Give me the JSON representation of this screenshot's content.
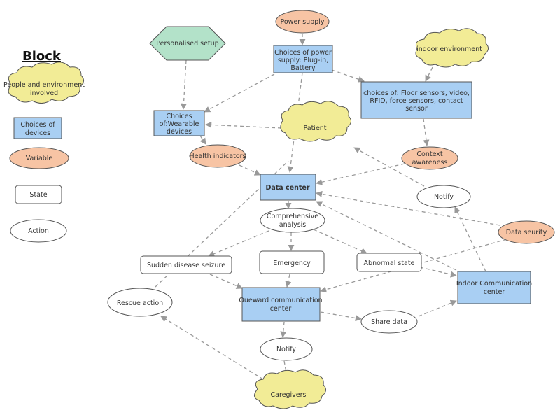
{
  "legend": {
    "title": "Block",
    "items": [
      {
        "kind": "cloud",
        "label": "People and environment involved"
      },
      {
        "kind": "device",
        "label": "Choices of devices"
      },
      {
        "kind": "variable",
        "label": "Variable"
      },
      {
        "kind": "state",
        "label": "State"
      },
      {
        "kind": "action",
        "label": "Action"
      }
    ]
  },
  "nodes": {
    "power_supply": "Power supply",
    "personalised_setup": "Personalised setup",
    "choices_power": "Choices of power supply: Plug-in, Battery",
    "indoor_environment": "indoor environment",
    "choices_floor": "choices of: Floor sensors, video, RFID, force sensors, contact sensor",
    "choices_wearable": "Choices of:Wearable devices",
    "patient": "Patient",
    "health_indicators": "Health indicators",
    "context_awareness": "Context awareness",
    "data_center": "Data center",
    "notify_right": "Notify",
    "data_security": "Data seurity",
    "comprehensive_analysis": "Comprehensive analysis",
    "sudden_disease": "Sudden disease seizure",
    "emergency": "Emergency",
    "abnormal_state": "Abnormal state",
    "indoor_comm": "Indoor Communication center",
    "rescue_action": "Rescue action",
    "outward_comm": "Oueward communication center",
    "share_data": "Share data",
    "notify_bottom": "Notify",
    "caregivers": "Caregivers"
  },
  "colors": {
    "cloud": "#f2ec96",
    "device": "#a9cff3",
    "variable": "#f7c4a4",
    "hexagon": "#b3e2c9",
    "state": "#ffffff",
    "action": "#ffffff",
    "edge": "#999999"
  }
}
